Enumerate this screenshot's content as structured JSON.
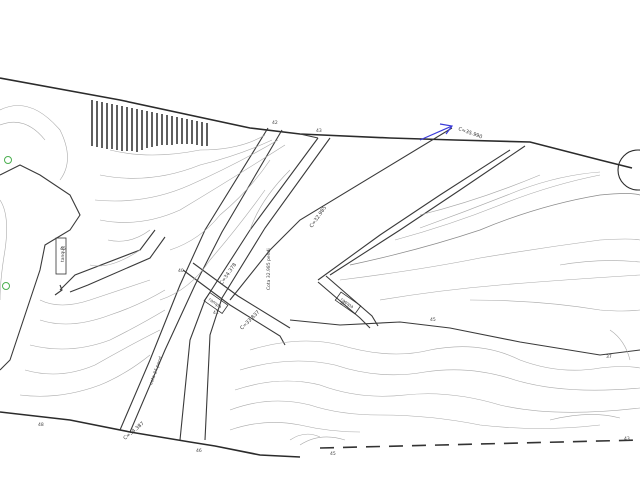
{
  "plan": {
    "colors": {
      "line": "#2b2b2b",
      "contour": "#a9a9a9",
      "marker": "#4caf50",
      "arrow": "#3b3bd9",
      "background": "#ffffff"
    },
    "labels": {
      "c1": "C=35.990",
      "c2": "C=32.985",
      "c3": "C=34.378",
      "c4": "C=33.837",
      "c5": "C=34.387",
      "road_main": "Cota 32.985 pendi",
      "road_diag": "cota 34 pend",
      "n1": "42",
      "n2": "43",
      "n3": "45",
      "n4": "37",
      "n5": "48",
      "n6": "46",
      "n7": "45",
      "n8": "43",
      "n9": "41",
      "n10": "40",
      "n11": "45",
      "n12": "40",
      "box1": "tanque",
      "box2": "rampa",
      "box3": "rampa"
    }
  }
}
